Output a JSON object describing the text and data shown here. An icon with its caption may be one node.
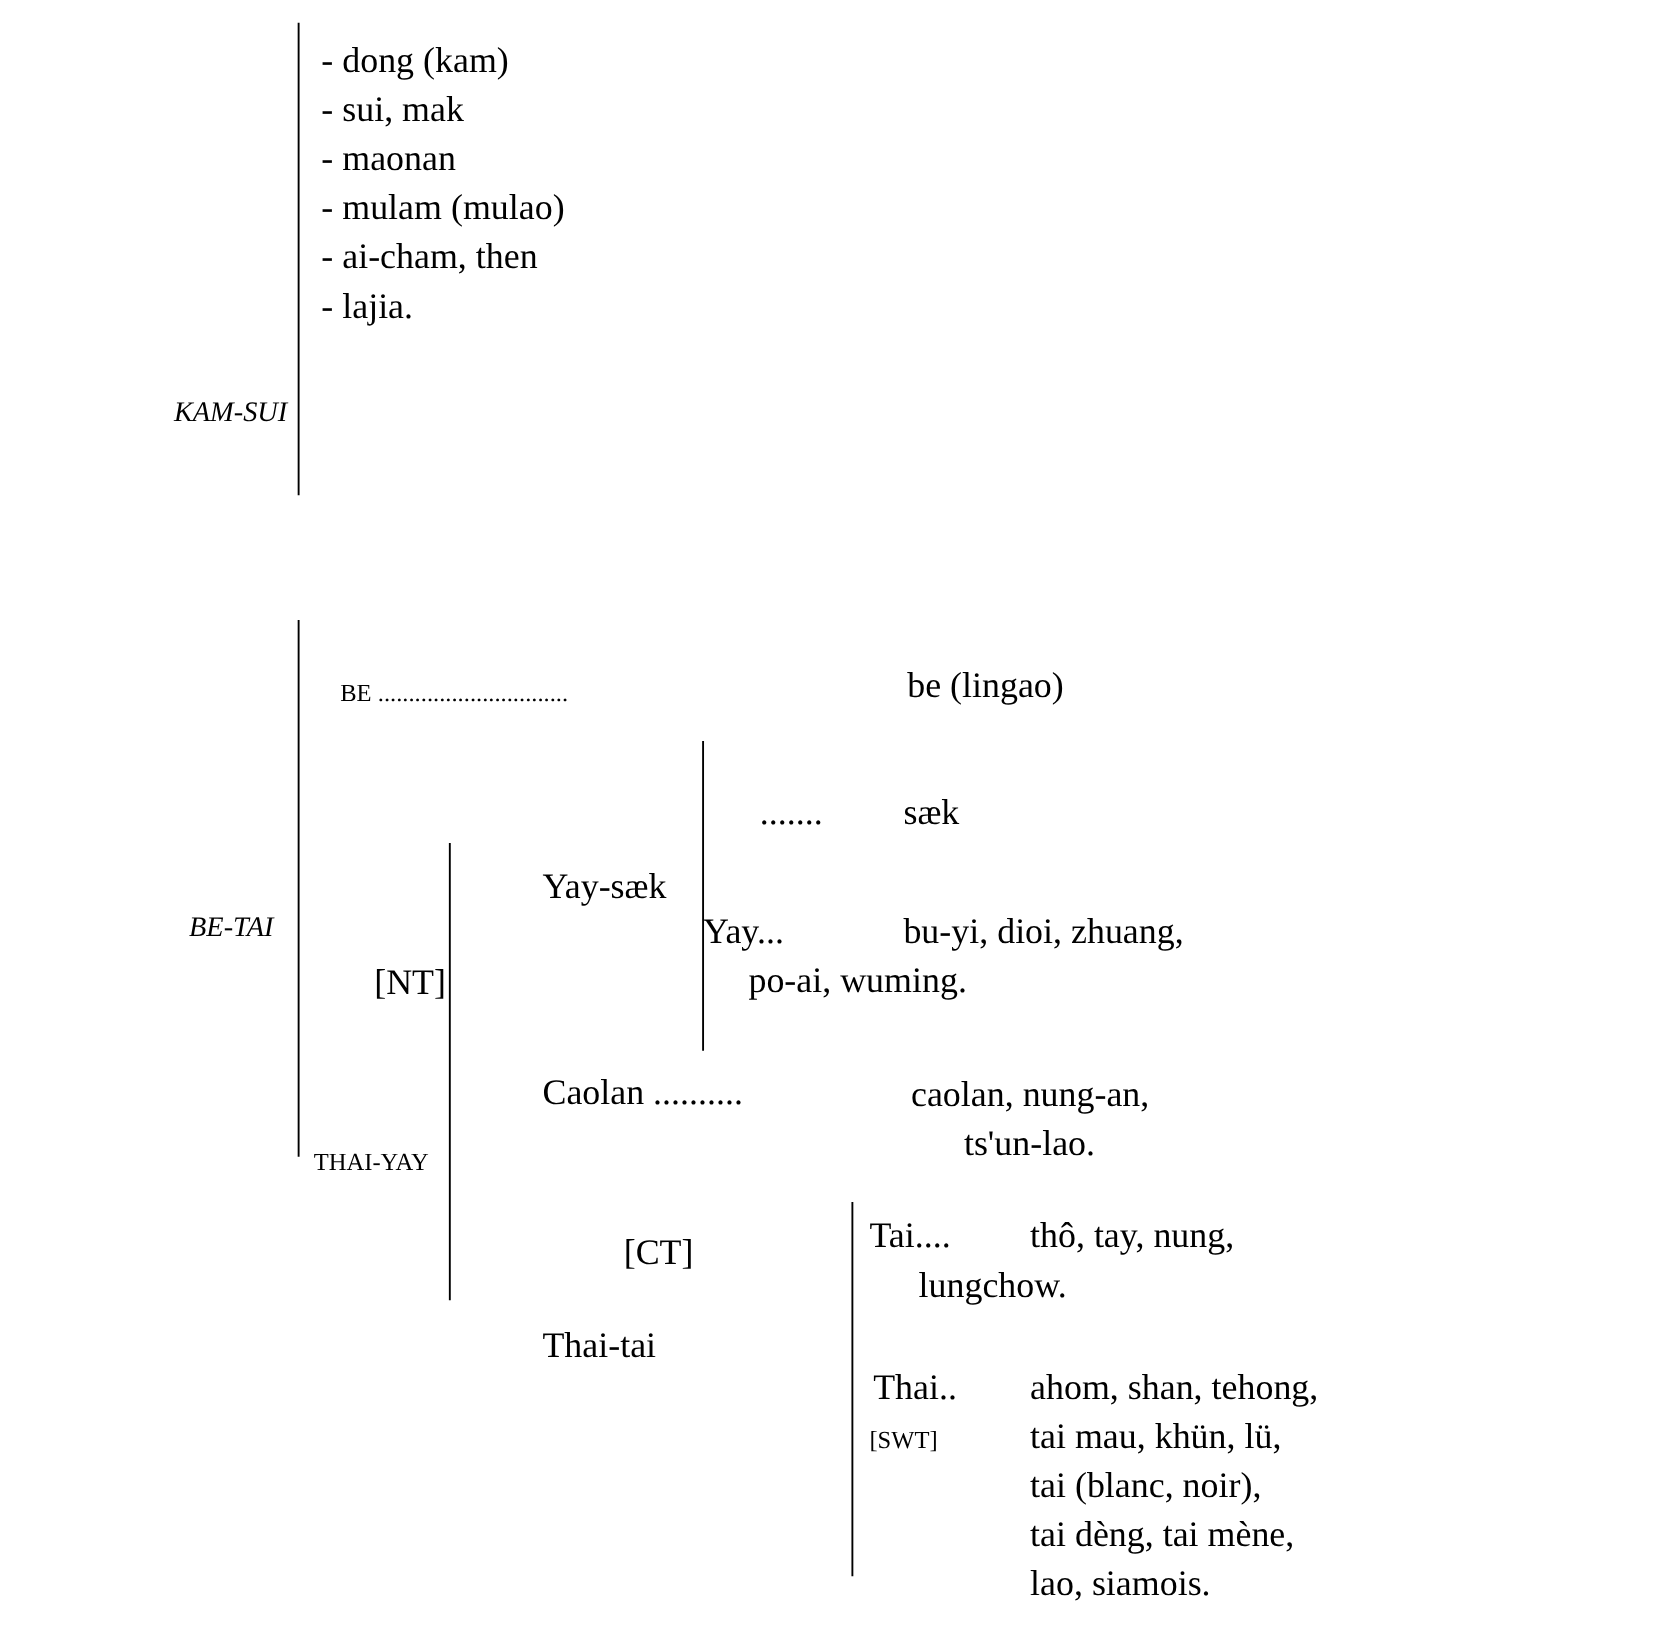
{
  "diagram": {
    "labels": [
      "KAM-SUI",
      "- dong (kam)",
      "- sui, mak",
      "- maonan",
      "- mulam (mulao)",
      "- ai-cham, then",
      "- lajia.",
      "BE ...............................",
      "be (lingao)",
      ".......",
      "sæk",
      "Yay-sæk",
      "Yay...",
      "bu-yi, dioi, zhuang, po-ai, wuming.",
      "BE-TAI",
      "[NT]",
      "Caolan ..........",
      "caolan, nung-an, ts'un-lao.",
      "THAI-YAY",
      "Tai....",
      "thô, tay, nung, lungchow.",
      "[CT]",
      "Thai-tai",
      "Thai..",
      "[SWT]",
      "ahom, shan, tehong, tai mau, khün, lü, tai (blanc, noir), tai dèng, tai mène, lao, siamois."
    ]
  }
}
